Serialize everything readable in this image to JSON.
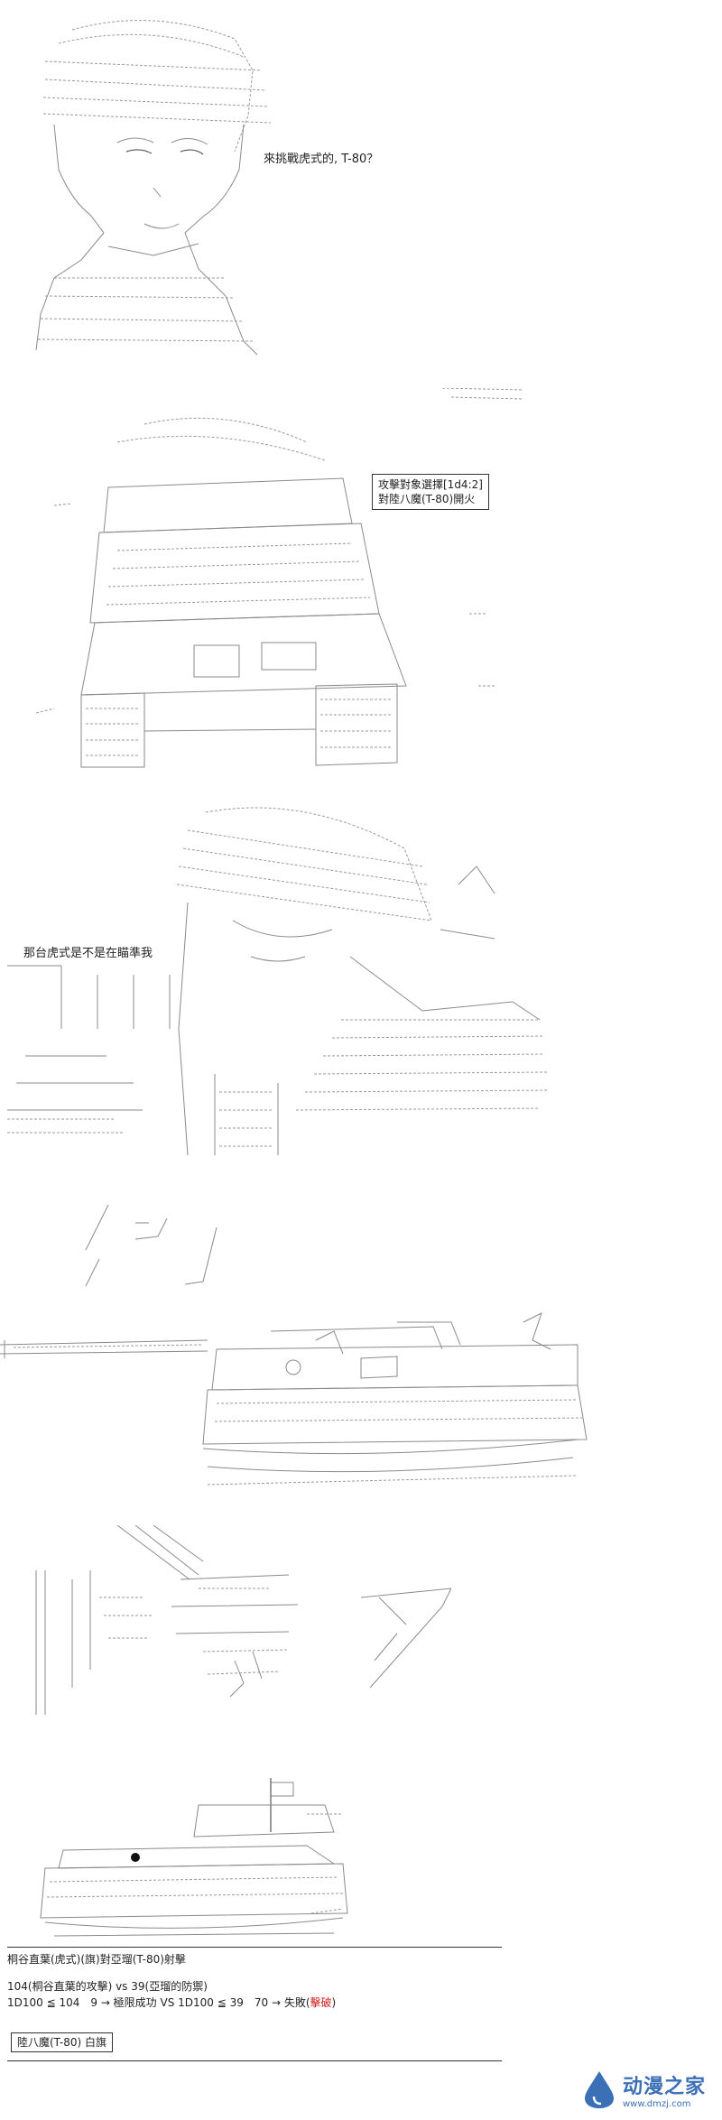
{
  "panels": {
    "p1_caption": "來挑戰虎式的, T-80？",
    "p2_box_line1": "攻擊對象選擇[1d4:2]",
    "p2_box_line2": "對陸八魔(T-80)開火",
    "p3_caption": "那台虎式是不是在瞄準我"
  },
  "result": {
    "title": "桐谷直葉(虎式)(旗)對亞瑠(T-80)射擊",
    "line1": "104(桐谷直葉的攻擊) vs 39(亞瑠的防禦)",
    "line2_prefix": "1D100 ≦ 104　9 → 極限成功 VS 1D100 ≦ 39　70 → 失敗(",
    "line2_hit": "擊破",
    "line2_suffix": ")",
    "final": "陸八魔(T-80) 白旗"
  },
  "brand": {
    "name": "动漫之家",
    "url": "www.dmzj.com"
  },
  "colors": {
    "hit": "#d01a1a",
    "brand": "#3b6fb6"
  }
}
